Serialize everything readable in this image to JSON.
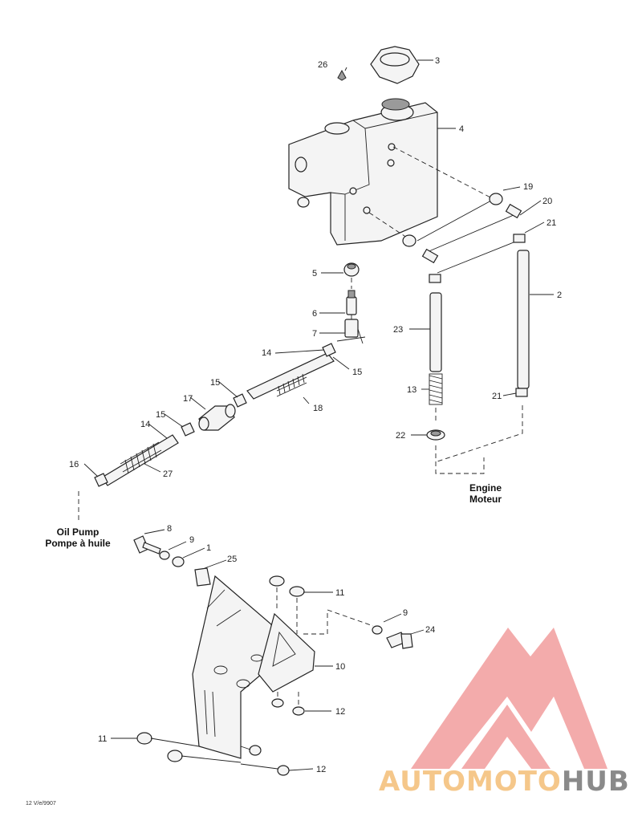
{
  "callouts": {
    "c1": "1",
    "c2": "2",
    "c3": "3",
    "c4": "4",
    "c5": "5",
    "c6": "6",
    "c7": "7",
    "c8": "8",
    "c9a": "9",
    "c9b": "9",
    "c10": "10",
    "c11a": "11",
    "c11b": "11",
    "c12a": "12",
    "c12b": "12",
    "c13": "13",
    "c14a": "14",
    "c14b": "14",
    "c15a": "15",
    "c15b": "15",
    "c15c": "15",
    "c16": "16",
    "c17": "17",
    "c18": "18",
    "c19": "19",
    "c20": "20",
    "c21a": "21",
    "c21b": "21",
    "c22": "22",
    "c23": "23",
    "c24": "24",
    "c25": "25",
    "c26": "26",
    "c27": "27"
  },
  "labels": {
    "engine_en": "Engine",
    "engine_fr": "Moteur",
    "oil_pump_en": "Oil Pump",
    "oil_pump_fr": "Pompe à huile"
  },
  "drawing_code": "12 V/e/9907",
  "watermark": {
    "part1": "AUTOMOTO",
    "part2": "HUB",
    "colors": {
      "triangle": "#f2a3a3",
      "text_light": "#f5c78a",
      "text_dark": "#8a8a8a"
    }
  }
}
